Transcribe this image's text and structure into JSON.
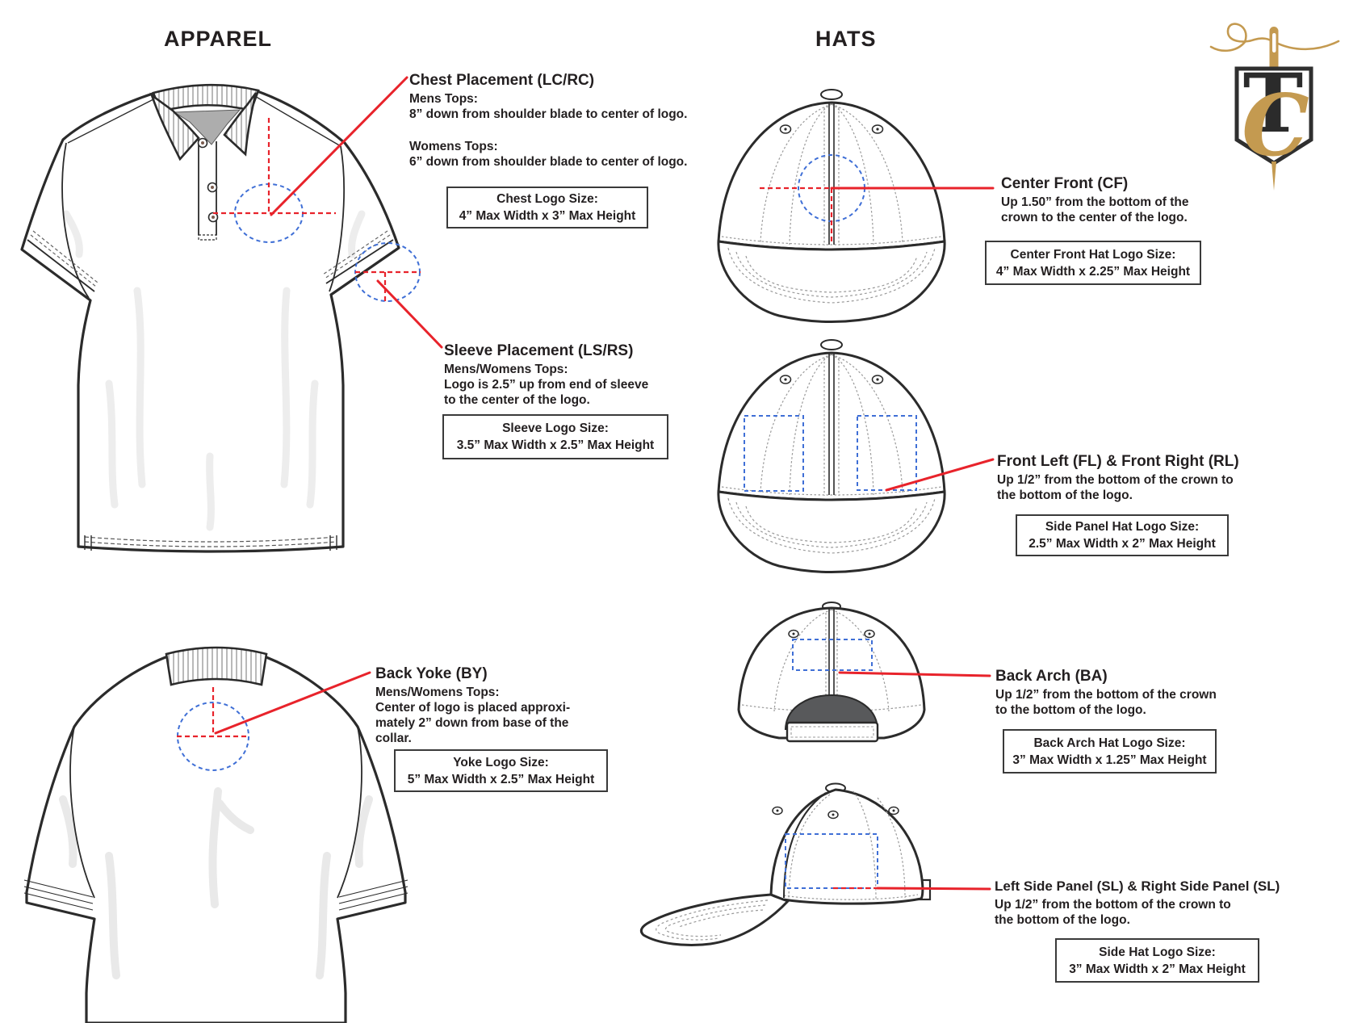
{
  "page": {
    "apparel_title": "APPAREL",
    "hats_title": "HATS"
  },
  "brand": {
    "logo_letter_t": "T",
    "logo_letter_c": "C",
    "gold": "#c49a50",
    "dark": "#2f2f2f"
  },
  "colors": {
    "annotation_red": "#e8232b",
    "placement_blue": "#3f6fd6",
    "text": "#231f20"
  },
  "apparel": {
    "chest": {
      "title": "Chest Placement (LC/RC)",
      "mens_label": "Mens Tops:",
      "mens_text": "8” down from shoulder blade to center of logo.",
      "womens_label": "Womens Tops:",
      "womens_text": "6” down from shoulder blade to center of logo.",
      "size_box": {
        "title": "Chest Logo Size:",
        "value": "4” Max Width x 3” Max Height"
      }
    },
    "sleeve": {
      "title": "Sleeve Placement (LS/RS)",
      "subtitle": "Mens/Womens Tops:",
      "line1": "Logo is 2.5” up from end of sleeve",
      "line2": "to the center of the logo.",
      "size_box": {
        "title": "Sleeve Logo Size:",
        "value": "3.5” Max Width x 2.5” Max Height"
      }
    },
    "back_yoke": {
      "title": "Back Yoke (BY)",
      "subtitle": "Mens/Womens Tops:",
      "line1": "Center of logo is placed approxi-",
      "line2": "mately 2” down from base of the",
      "line3": "collar.",
      "size_box": {
        "title": "Yoke Logo Size:",
        "value": "5” Max Width x 2.5” Max Height"
      }
    }
  },
  "hats": {
    "center_front": {
      "title": "Center Front (CF)",
      "line1": "Up 1.50” from the bottom of the",
      "line2": "crown to the center of the logo.",
      "size_box": {
        "title": "Center Front Hat Logo Size:",
        "value": "4” Max Width x 2.25” Max Height"
      }
    },
    "front_left_right": {
      "title": "Front Left (FL) & Front Right (RL)",
      "line1": "Up 1/2” from the bottom of the crown to",
      "line2": "the bottom of the logo.",
      "size_box": {
        "title": "Side Panel Hat Logo Size:",
        "value": "2.5” Max Width x 2” Max Height"
      }
    },
    "back_arch": {
      "title": "Back Arch (BA)",
      "line1": "Up 1/2” from the bottom of the crown",
      "line2": "to the bottom of the logo.",
      "size_box": {
        "title": "Back Arch Hat Logo Size:",
        "value": "3” Max Width x 1.25” Max Height"
      }
    },
    "side_panel": {
      "title": "Left Side Panel (SL) & Right Side Panel (SL)",
      "line1": "Up 1/2” from the bottom of the crown to",
      "line2": "the bottom of the logo.",
      "size_box": {
        "title": "Side Hat Logo Size:",
        "value": "3” Max Width x 2” Max Height"
      }
    }
  }
}
